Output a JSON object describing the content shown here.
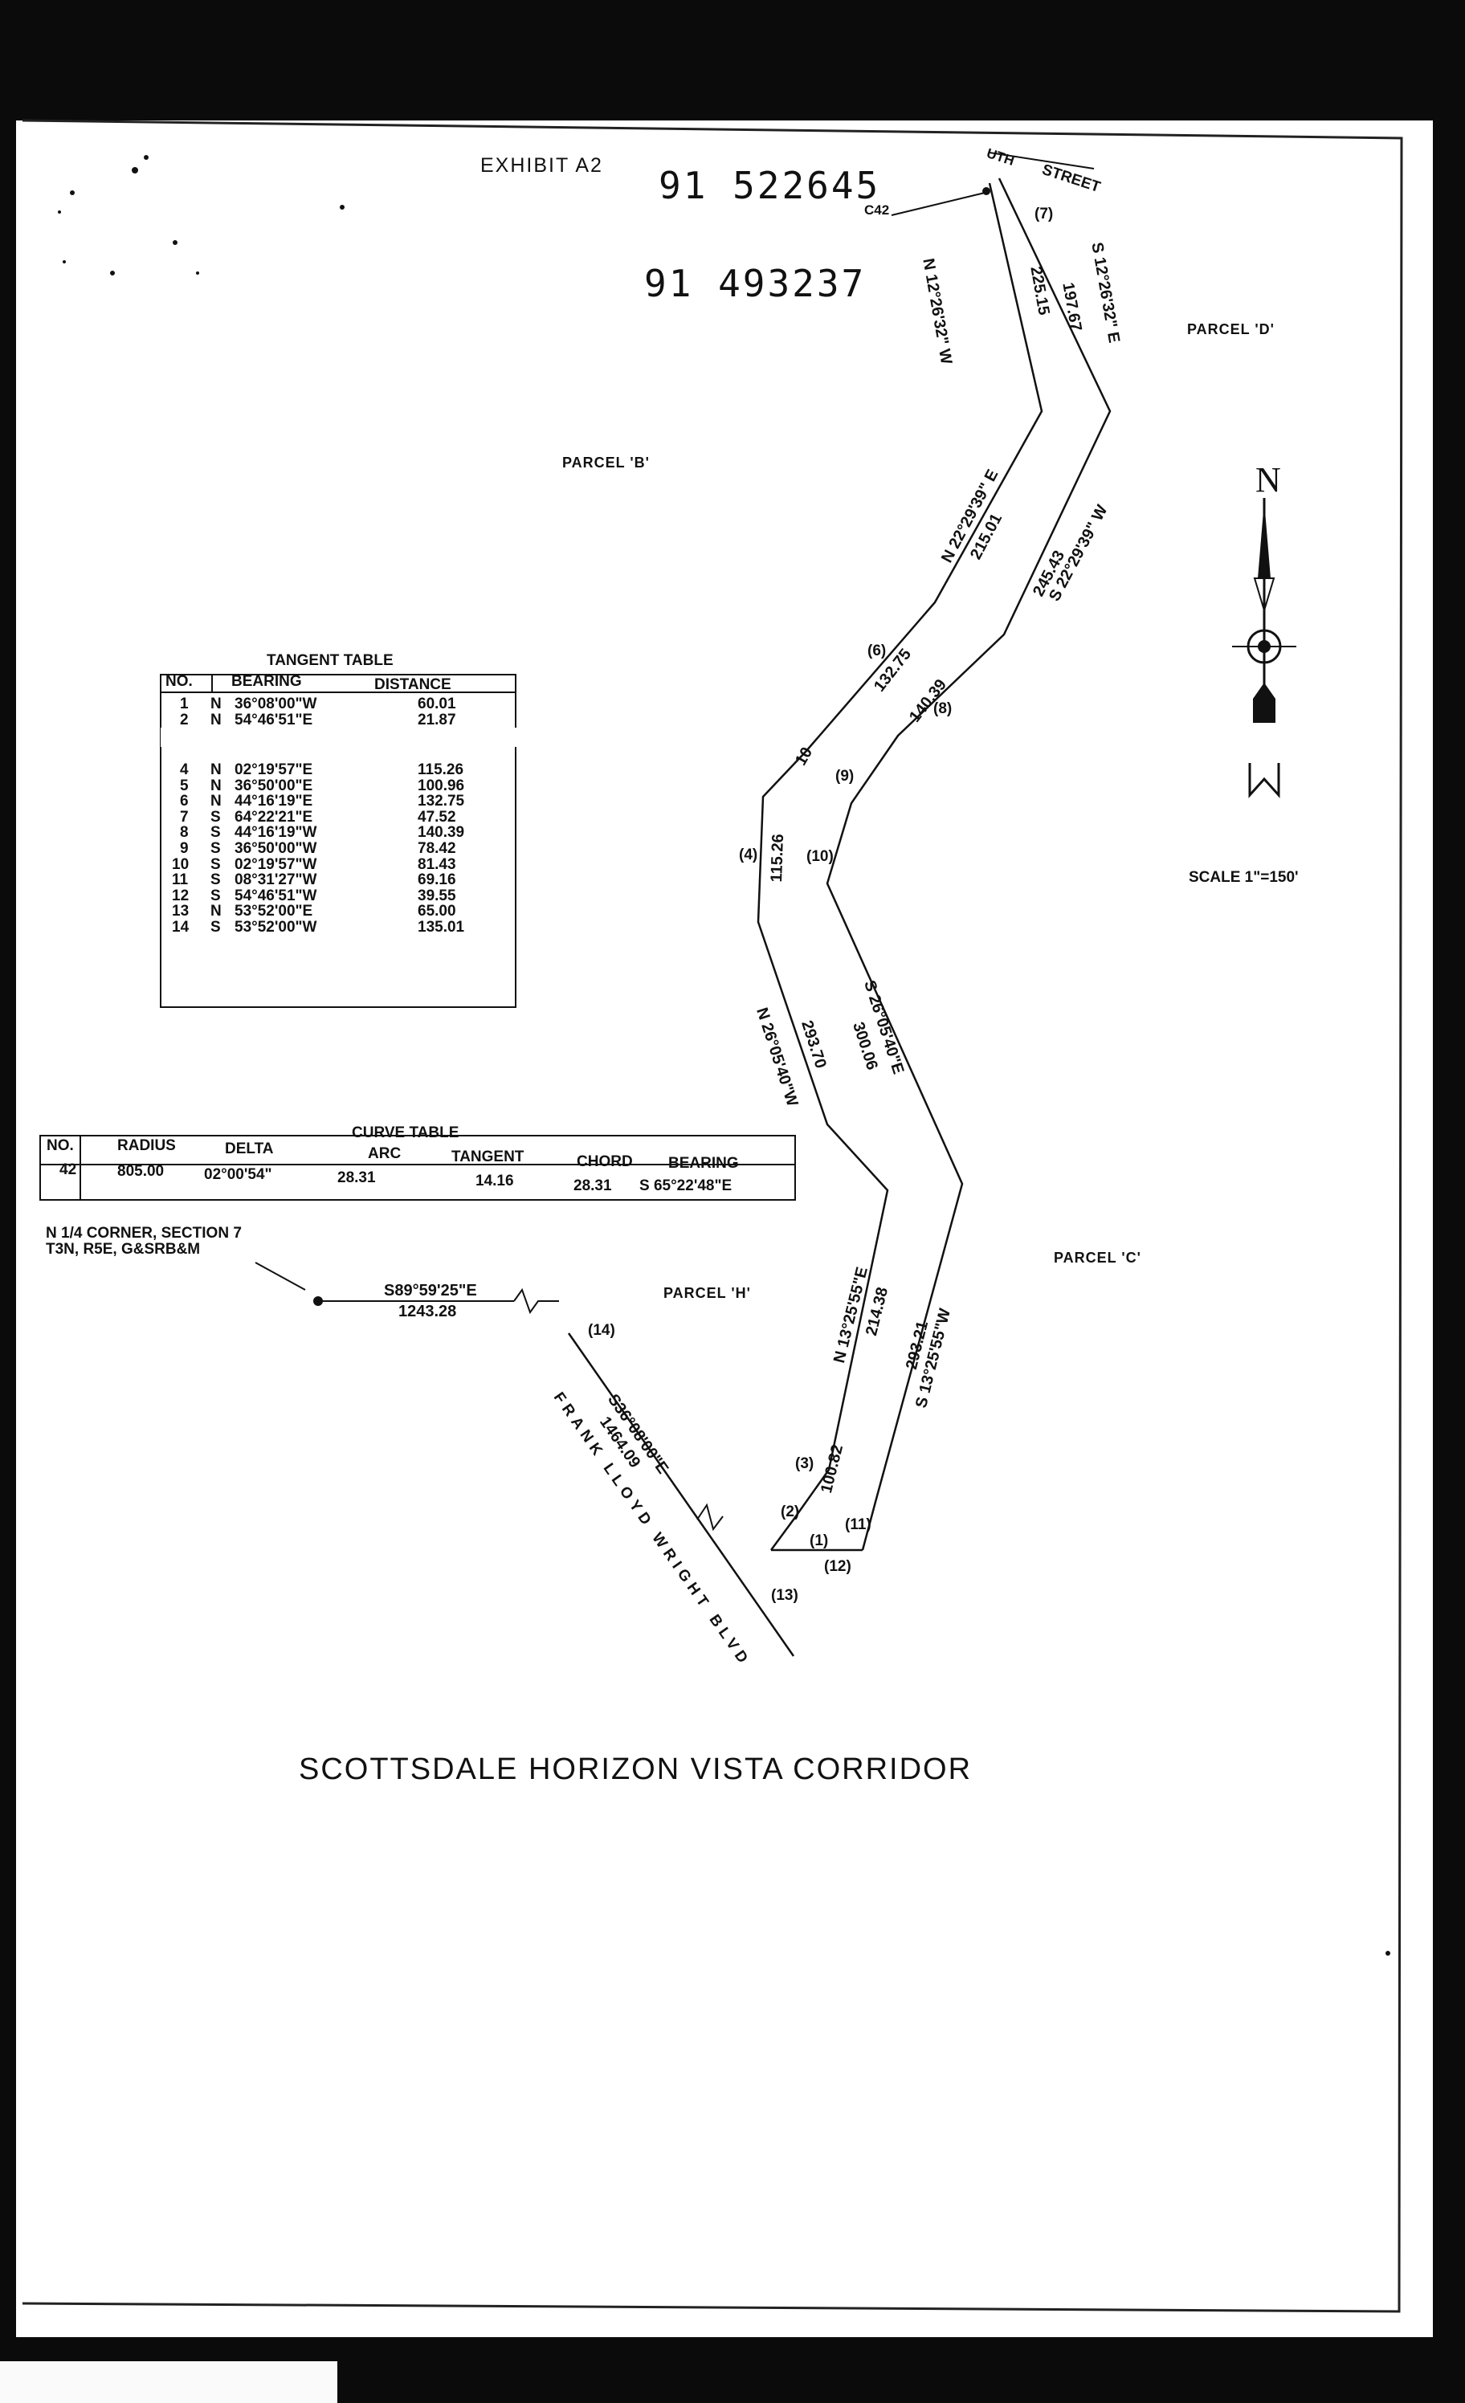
{
  "exhibit_label": "EXHIBIT A2",
  "record_numbers": [
    "91 522645",
    "91 493237"
  ],
  "street_label": "STREET",
  "street_prefix": "UTH",
  "curve_ref": "C42",
  "parcels": {
    "b": "PARCEL 'B'",
    "c": "PARCEL 'C'",
    "d": "PARCEL 'D'",
    "h": "PARCEL 'H'"
  },
  "north_arrow": {
    "label": "N"
  },
  "scale": "SCALE 1\"=150'",
  "title": "SCOTTSDALE HORIZON VISTA CORRIDOR",
  "road_label": "FRANK LLOYD WRIGHT BLVD",
  "corner_note": {
    "line1": "N 1/4 CORNER, SECTION 7",
    "line2": "T3N, R5E, G&SRB&M",
    "bearing": "S89°59'25\"E",
    "distance": "1243.28"
  },
  "tangent_table": {
    "title": "TANGENT TABLE",
    "headers": [
      "NO.",
      "BEARING",
      "DISTANCE"
    ],
    "rows": [
      [
        "1",
        "N",
        "36°08'00\"W",
        "60.01"
      ],
      [
        "2",
        "N",
        "54°46'51\"E",
        "21.87"
      ],
      [
        "4",
        "N",
        "02°19'57\"E",
        "115.26"
      ],
      [
        "5",
        "N",
        "36°50'00\"E",
        "100.96"
      ],
      [
        "6",
        "N",
        "44°16'19\"E",
        "132.75"
      ],
      [
        "7",
        "S",
        "64°22'21\"E",
        "47.52"
      ],
      [
        "8",
        "S",
        "44°16'19\"W",
        "140.39"
      ],
      [
        "9",
        "S",
        "36°50'00\"W",
        "78.42"
      ],
      [
        "10",
        "S",
        "02°19'57\"W",
        "81.43"
      ],
      [
        "11",
        "S",
        "08°31'27\"W",
        "69.16"
      ],
      [
        "12",
        "S",
        "54°46'51\"W",
        "39.55"
      ],
      [
        "13",
        "N",
        "53°52'00\"E",
        "65.00"
      ],
      [
        "14",
        "S",
        "53°52'00\"W",
        "135.01"
      ]
    ]
  },
  "curve_table": {
    "title": "CURVE TABLE",
    "headers": [
      "NO.",
      "RADIUS",
      "DELTA",
      "ARC",
      "TANGENT",
      "CHORD",
      "BEARING"
    ],
    "row": [
      "42",
      "805.00",
      "02°00'54\"",
      "28.31",
      "14.16",
      "28.31",
      "S 65°22'48\"E"
    ]
  },
  "calls": {
    "l7_west": "N 12°26'32\" W",
    "l7_west_dist": "225.15",
    "l7_east": "S 12°26'32\" E",
    "l7_east_dist": "197.67",
    "mid_west": "N 22°29'39\" E",
    "mid_west_dist": "215.01",
    "mid_east_dist": "245.43",
    "mid_east": "S 22°29'39\" W",
    "s6_dist": "132.75",
    "s8_dist": "140.39",
    "s4_dist": "115.26",
    "s10_label": "10",
    "lower_west": "N 26°05'40\"W",
    "lower_west_dist": "293.70",
    "lower_east": "S 26°05'40\"E",
    "lower_east_dist": "300.06",
    "bot_west": "N 13°25'55\"E",
    "bot_west_dist": "214.38",
    "bot_east_dist": "293.21",
    "bot_east": "S 13°25'55\"W",
    "s3_dist": "100.82",
    "blvd_bearing": "S36°08'00\"E",
    "blvd_dist": "1464.09"
  },
  "segment_tags": [
    "(1)",
    "(2)",
    "(3)",
    "(4)",
    "(6)",
    "(7)",
    "(8)",
    "(9)",
    "(10)",
    "(11)",
    "(12)",
    "(13)",
    "(14)"
  ]
}
